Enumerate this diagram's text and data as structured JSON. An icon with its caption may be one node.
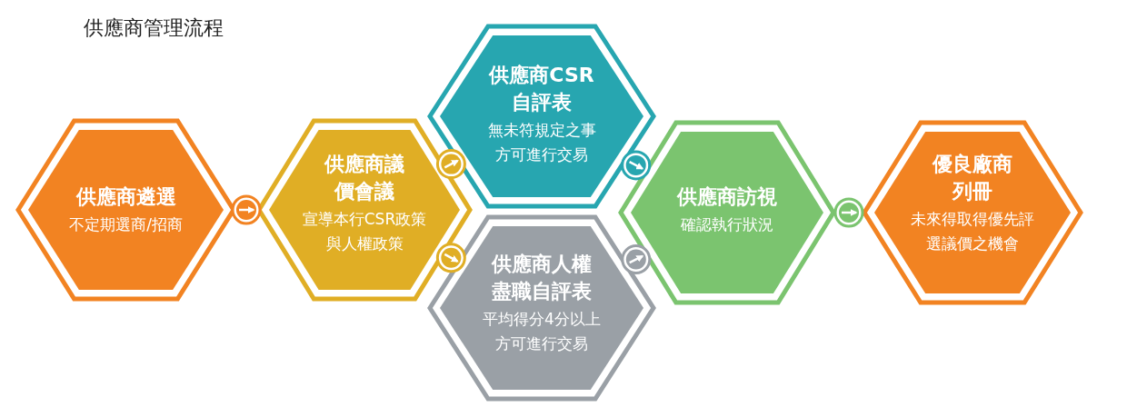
{
  "diagram": {
    "title": "供應商管理流程",
    "nodes": [
      {
        "text": [
          "供應商遴選",
          "不定期選商/招商"
        ]
      },
      {
        "text": [
          "供應商議價會議",
          "宣導本行CSR政策與人權政策"
        ]
      },
      {
        "text": [
          "供應商CSR自評表",
          "無未符規定之事方可進行交易"
        ]
      },
      {
        "text": [
          "供應商人權盡職自評表",
          "平均得分4分以上方可進行交易"
        ]
      },
      {
        "text": [
          "供應商訪視",
          "確認執行狀況"
        ]
      },
      {
        "text": [
          "優良廠商列冊",
          "未來得取得優先評選議價之機會"
        ]
      }
    ],
    "edges": [
      {
        "from": 0,
        "to": 1,
        "arrow": "to"
      },
      {
        "from": 1,
        "to": 2,
        "arrow": "to"
      },
      {
        "from": 1,
        "to": 3,
        "arrow": "to"
      },
      {
        "from": 2,
        "to": 4,
        "arrow": "to"
      },
      {
        "from": 3,
        "to": 4,
        "arrow": "to"
      },
      {
        "from": 4,
        "to": 5,
        "arrow": "to"
      }
    ]
  }
}
